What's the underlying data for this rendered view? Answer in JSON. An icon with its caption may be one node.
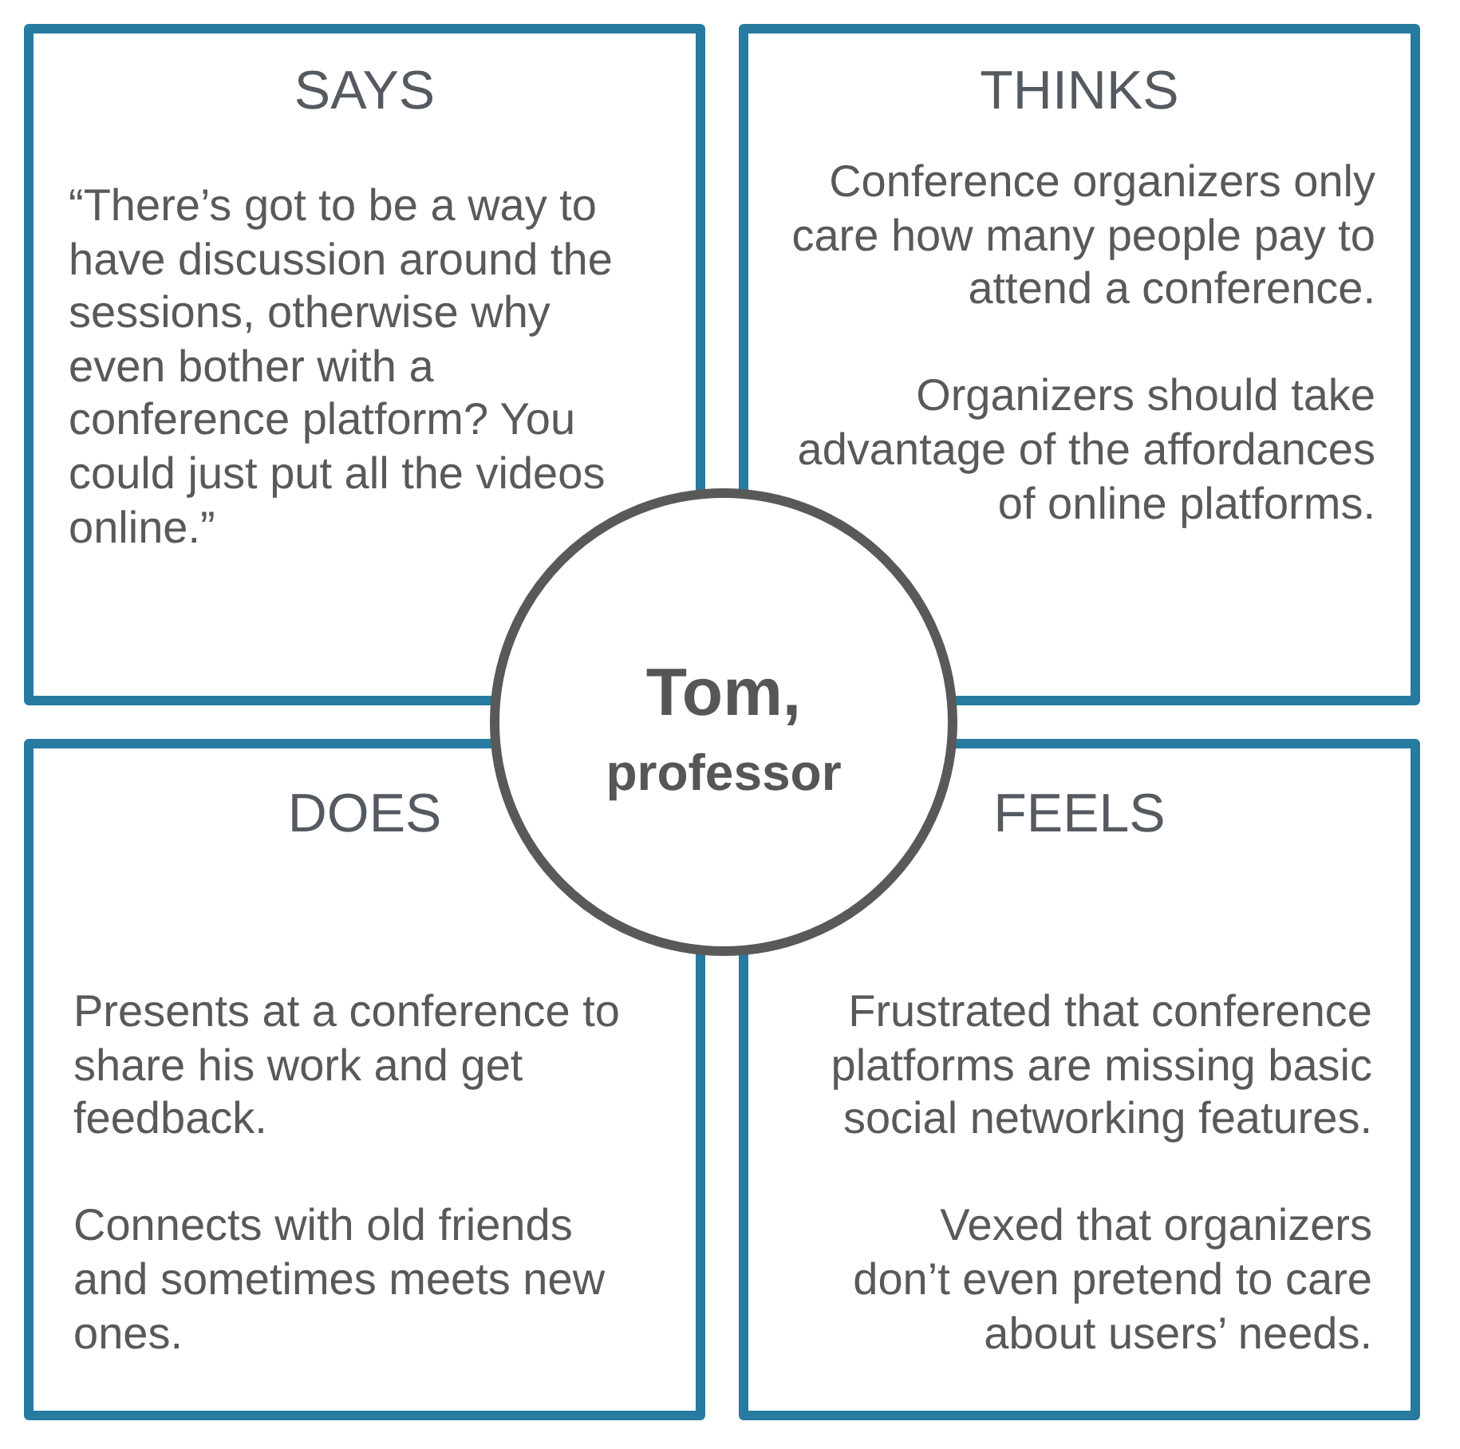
{
  "diagram": {
    "nodes": [
      {
        "text": [
          "SAYS",
          "“There’s got to be a way to have discussion around the sessions, otherwise why even bother with a conference platform? You could just put all the videos online.”"
        ]
      },
      {
        "text": [
          "THINKS",
          "Conference organizers only care how many people pay to attend a conference.",
          "Organizers should take advantage of the affordances of online platforms."
        ]
      },
      {
        "text": [
          "Tom,",
          "professor"
        ]
      },
      {
        "text": [
          "DOES",
          "Presents at a conference to share his work and get feedback.",
          "Connects with old friends and sometimes meets new ones."
        ]
      },
      {
        "text": [
          "FEELS",
          "Frustrated that conference platforms are missing basic social networking features.",
          "Vexed that organizers don’t even pretend to care about users’ needs."
        ]
      }
    ]
  }
}
